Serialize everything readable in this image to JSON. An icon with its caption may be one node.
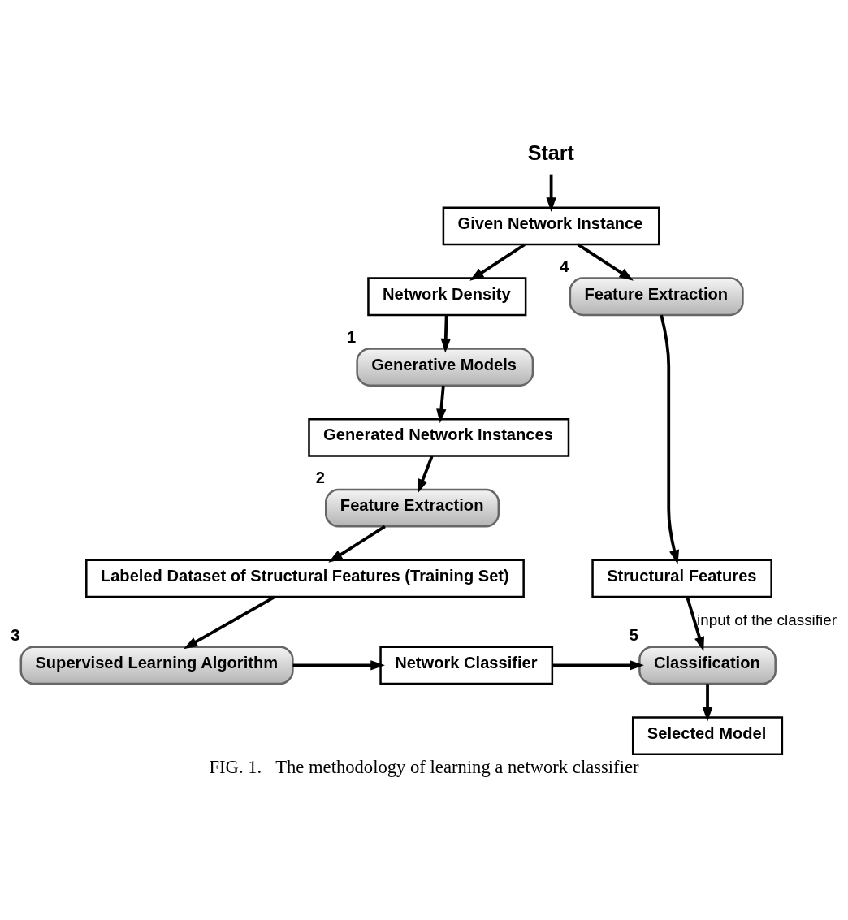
{
  "diagram": {
    "caption": "FIG. 1.   The methodology of learning a network classifier",
    "nodes": [
      {
        "text": [
          "Start"
        ]
      },
      {
        "text": [
          "Given Network Instance"
        ]
      },
      {
        "text": [
          "Network Density"
        ]
      },
      {
        "text": [
          "Generative Models"
        ],
        "beside": [
          "1"
        ]
      },
      {
        "text": [
          "Generated Network Instances"
        ]
      },
      {
        "text": [
          "Feature Extraction"
        ],
        "beside": [
          "2"
        ]
      },
      {
        "text": [
          "Labeled Dataset of Structural Features (Training Set)"
        ]
      },
      {
        "text": [
          "Supervised Learning Algorithm"
        ],
        "beside": [
          "3"
        ]
      },
      {
        "text": [
          "Network Classifier"
        ]
      },
      {
        "text": [
          "Feature Extraction"
        ],
        "beside": [
          "4"
        ]
      },
      {
        "text": [
          "Structural Features"
        ]
      },
      {
        "text": [
          "Classification"
        ],
        "beside": [
          "5"
        ]
      },
      {
        "text": [
          "Selected Model"
        ]
      }
    ],
    "edges": [
      {
        "from": 0,
        "to": 1,
        "arrow": "to"
      },
      {
        "from": 1,
        "to": 2,
        "arrow": "to"
      },
      {
        "from": 1,
        "to": 9,
        "arrow": "to"
      },
      {
        "from": 2,
        "to": 3,
        "arrow": "to"
      },
      {
        "from": 3,
        "to": 4,
        "arrow": "to"
      },
      {
        "from": 4,
        "to": 5,
        "arrow": "to"
      },
      {
        "from": 5,
        "to": 6,
        "arrow": "to"
      },
      {
        "from": 6,
        "to": 7,
        "arrow": "to"
      },
      {
        "from": 7,
        "to": 8,
        "arrow": "to"
      },
      {
        "from": 8,
        "to": 11,
        "arrow": "to"
      },
      {
        "from": 9,
        "to": 10,
        "arrow": "to"
      },
      {
        "from": 10,
        "to": 11,
        "arrow": "to",
        "label": "input of the classifier"
      },
      {
        "from": 11,
        "to": 12,
        "arrow": "to"
      }
    ]
  }
}
